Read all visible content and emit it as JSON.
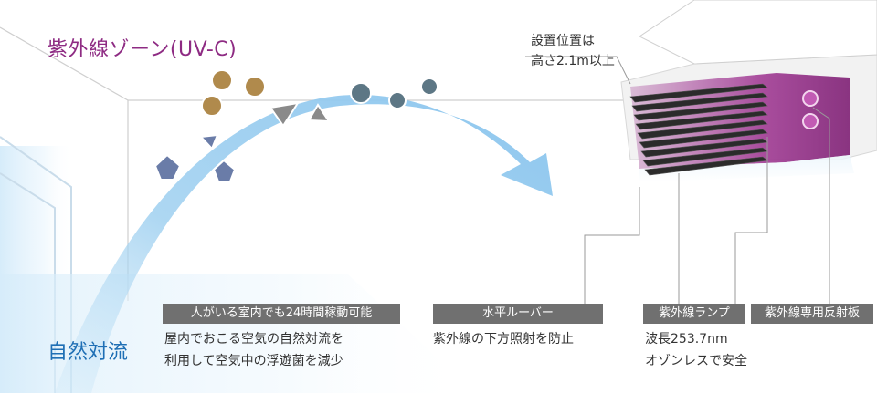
{
  "uv_zone_label": "紫外線ゾーン(UV-C)",
  "install_note": "設置位置は\n高さ2.1m以上",
  "natural_convection": "自然対流",
  "features": [
    {
      "tag": "人がいる室内でも24時間稼動可能",
      "text": "屋内でおこる空気の自然対流を\n利用して空気中の浮遊菌を減少"
    },
    {
      "tag": "水平ルーバー",
      "text": "紫外線の下方照射を防止"
    },
    {
      "tag": "紫外線ランプ",
      "text": "波長253.7nm\nオゾンレスで安全"
    },
    {
      "tag": "紫外線専用反射板",
      "text": ""
    }
  ],
  "colors": {
    "uv": "#8e2b83",
    "airflow": "#9fd0f0",
    "text_blue": "#1f6fb5",
    "tag_bg": "#707070"
  },
  "icons": [
    "virus-icon",
    "bacteria-icon",
    "germ-icon"
  ]
}
